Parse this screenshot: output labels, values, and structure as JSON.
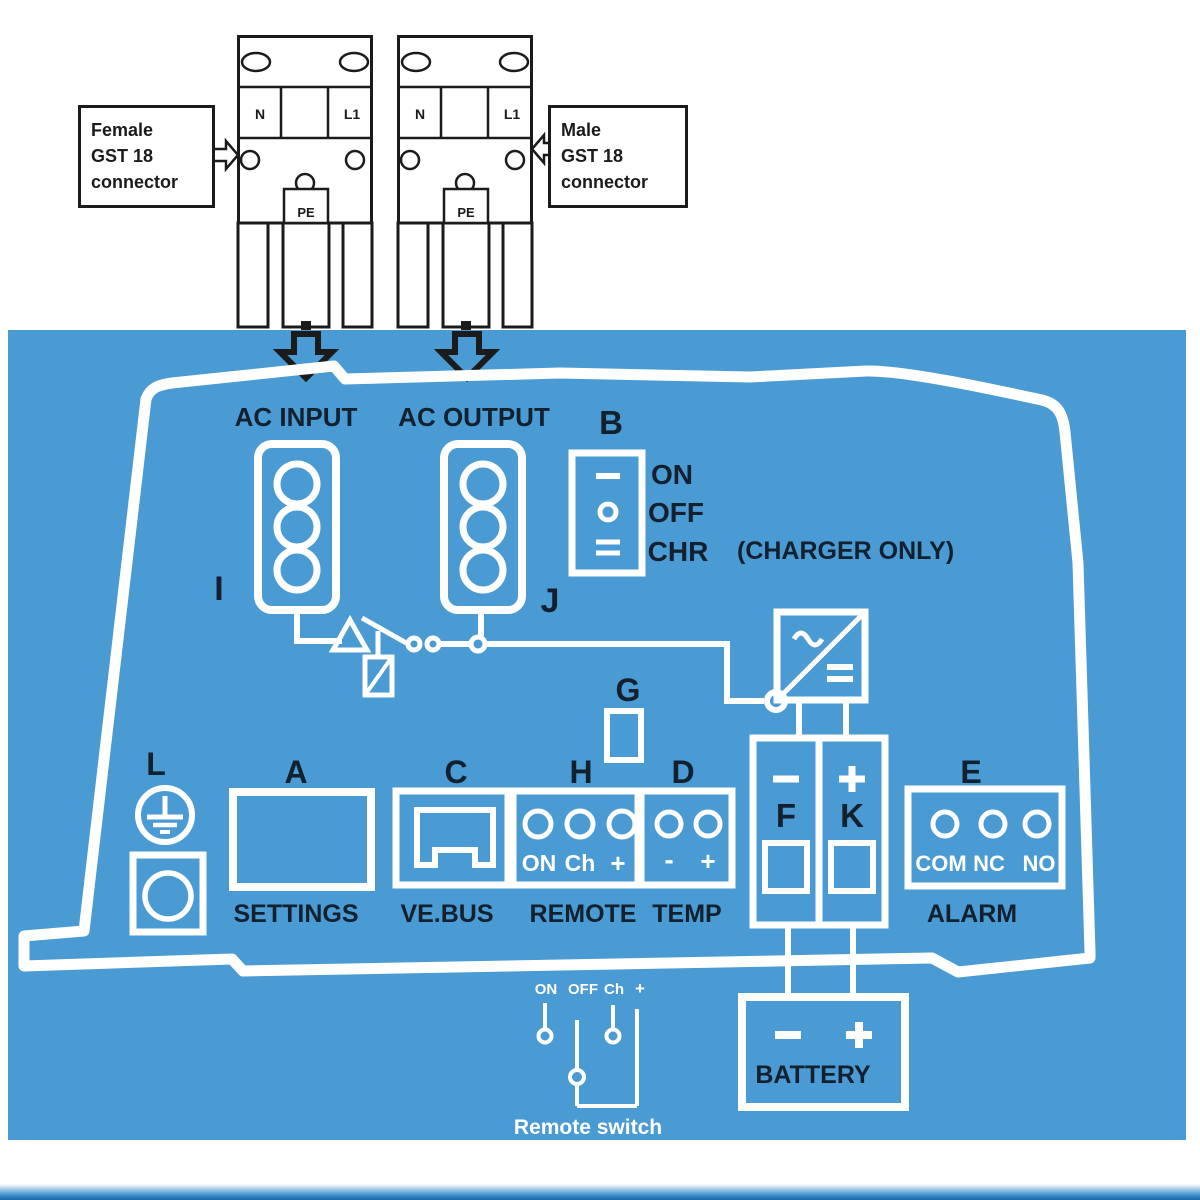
{
  "callouts": {
    "female": "Female\nGST 18\nconnector",
    "male": "Male\nGST 18\nconnector"
  },
  "connector_pins": {
    "neutral": "N",
    "line": "L1",
    "earth": "PE"
  },
  "panel": {
    "ac_input_label": "AC INPUT",
    "ac_output_label": "AC OUTPUT",
    "charger_only": "(CHARGER ONLY)",
    "switch_positions": {
      "on": "ON",
      "off": "OFF",
      "chr": "CHR"
    },
    "section_letters": {
      "ac_input": "I",
      "ac_output": "J",
      "main_switch": "B",
      "fuse": "G",
      "ground": "L",
      "settings": "A",
      "vebus": "C",
      "remote": "H",
      "temp": "D",
      "alarm": "E",
      "dc_minus": "F",
      "dc_plus": "K"
    },
    "port_labels": {
      "settings": "SETTINGS",
      "vebus": "VE.BUS",
      "remote": "REMOTE",
      "temp": "TEMP",
      "alarm": "ALARM"
    },
    "remote_pins": {
      "on": "ON",
      "ch": "Ch",
      "plus": "+"
    },
    "temp_pins": {
      "minus": "-",
      "plus": "+"
    },
    "alarm_pins": {
      "com": "COM",
      "nc": "NC",
      "no": "NO"
    },
    "battery": {
      "label": "BATTERY"
    },
    "remote_switch": {
      "title": "Remote switch",
      "pin_on": "ON",
      "pin_off": "OFF",
      "pin_ch": "Ch",
      "pin_plus": "+"
    }
  },
  "colors": {
    "panel_blue": "#4a9ad4",
    "dark_text": "#13202e",
    "line_white": "#ffffff",
    "connector_black": "#1b1b1b",
    "bottom_bar_blue": "#1a67a9"
  }
}
